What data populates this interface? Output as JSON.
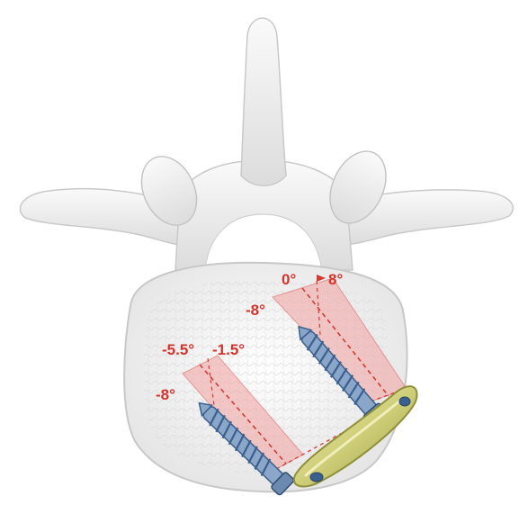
{
  "labels": {
    "upper_cone_left": "0°",
    "upper_cone_right": "8°",
    "upper_cone_outer": "-8°",
    "lower_cone_left": "-5.5°",
    "lower_cone_right": "-1.5°",
    "lower_cone_outer": "-8°"
  },
  "colors": {
    "bone_fill": "#f1f1f1",
    "bone_outline": "#c9c9c9",
    "cone_fill": "#f2a7a7",
    "cone_edge": "#d23a32",
    "label_color": "#d4332b",
    "screw_shaft": "#8aa6c8",
    "screw_thread": "#3b5f8e",
    "plate_fill": "#d6d58a",
    "plate_edge": "#8f8f3a"
  },
  "icons": {
    "screw": "bone-screw-icon",
    "plate": "fixation-plate-icon"
  }
}
